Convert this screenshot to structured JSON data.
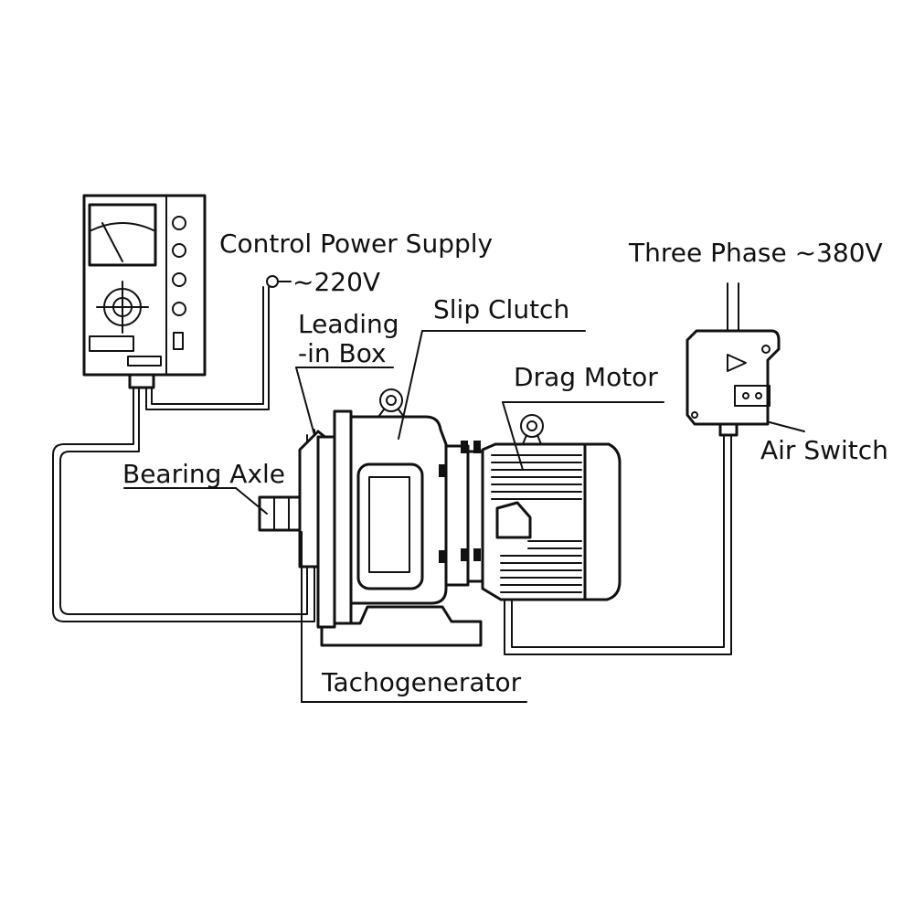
{
  "labels": {
    "control_power_supply": "Control Power Supply",
    "voltage_220": "~220V",
    "three_phase": "Three Phase ~380V",
    "slip_clutch": "Slip Clutch",
    "leading_line1": "Leading",
    "leading_line2": "-in Box",
    "drag_motor": "Drag Motor",
    "air_switch": "Air Switch",
    "bearing_axle": "Bearing Axle",
    "tachogenerator": "Tachogenerator"
  },
  "colors": {
    "stroke": "#111111",
    "background": "#ffffff"
  }
}
